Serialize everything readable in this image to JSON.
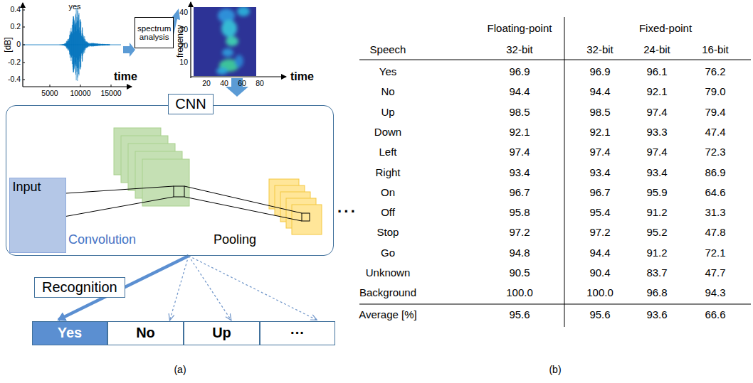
{
  "diagram": {
    "nodes": [
      {
        "text": [
          "spectrum analysis"
        ]
      },
      {
        "text": [
          "CNN"
        ]
      },
      {
        "text": [
          "Input"
        ],
        "in": 1
      },
      {
        "text": [
          "Recognition"
        ]
      },
      {
        "text": [
          "Yes"
        ]
      },
      {
        "text": [
          "No"
        ]
      },
      {
        "text": [
          "Up"
        ]
      },
      {
        "text": [
          "···"
        ]
      }
    ],
    "edges": [
      {
        "from": 1,
        "to": 4,
        "arrow": "to"
      },
      {
        "from": 1,
        "to": 5,
        "arrow": "to"
      },
      {
        "from": 1,
        "to": 6,
        "arrow": "to"
      },
      {
        "from": 1,
        "to": 7,
        "arrow": "to"
      }
    ],
    "labels": [
      "yes",
      "[dB]",
      "0.4",
      "0.2",
      "0",
      "-0.2",
      "-0.4",
      "5000",
      "10000",
      "15000",
      "time",
      "freqency",
      "40",
      "30",
      "20",
      "10",
      "20",
      "40",
      "60",
      "80",
      "time",
      "Convolution",
      "Pooling",
      "···",
      "(a)",
      "Floating-point",
      "Fixed-point",
      "Speech",
      "32-bit",
      "32-bit",
      "24-bit",
      "16-bit",
      "Yes",
      "96.9",
      "96.9",
      "96.1",
      "76.2",
      "No",
      "94.4",
      "94.4",
      "92.1",
      "79.0",
      "Up",
      "98.5",
      "98.5",
      "97.4",
      "79.4",
      "Down",
      "92.1",
      "92.1",
      "93.3",
      "47.4",
      "Left",
      "97.4",
      "97.4",
      "97.4",
      "72.3",
      "Right",
      "93.4",
      "93.4",
      "93.4",
      "86.9",
      "On",
      "96.7",
      "96.7",
      "95.9",
      "64.6",
      "Off",
      "95.8",
      "95.4",
      "91.2",
      "31.3",
      "Stop",
      "97.2",
      "97.2",
      "95.2",
      "47.8",
      "Go",
      "94.8",
      "94.4",
      "91.2",
      "72.1",
      "Unknown",
      "90.5",
      "90.4",
      "83.7",
      "47.7",
      "Background",
      "100.0",
      "100.0",
      "96.8",
      "94.3",
      "Average [%]",
      "95.6",
      "95.6",
      "93.6",
      "66.6",
      "(b)"
    ]
  }
}
